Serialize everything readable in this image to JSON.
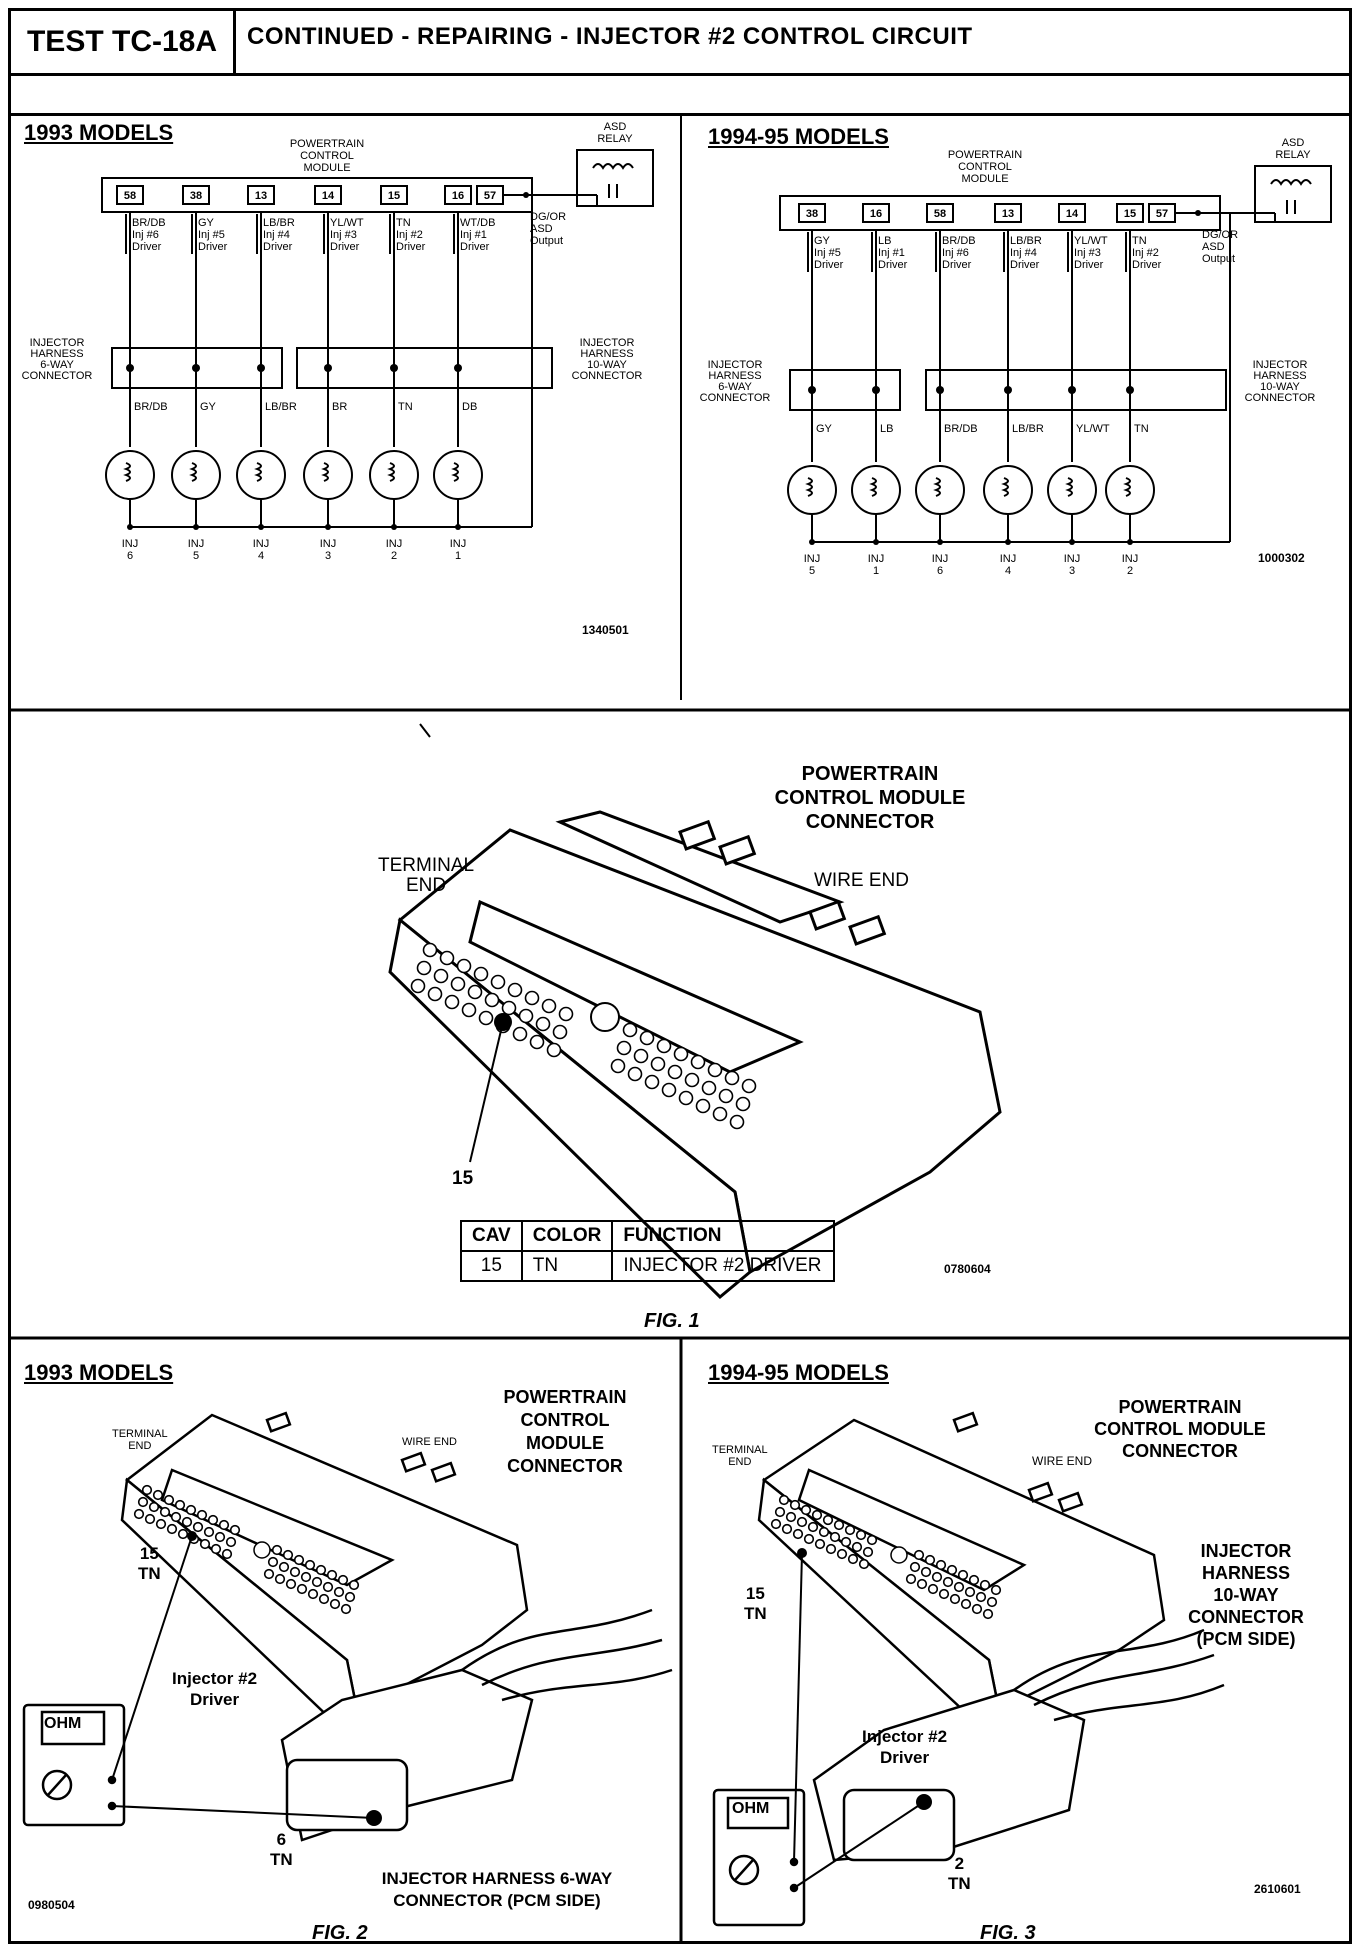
{
  "header": {
    "test_id": "TEST TC-18A",
    "title": "CONTINUED - REPAIRING - INJECTOR #2 CONTROL CIRCUIT"
  },
  "top_left": {
    "title": "1993 MODELS",
    "module_label": [
      "POWERTRAIN",
      "CONTROL",
      "MODULE"
    ],
    "relay_label": [
      "ASD",
      "RELAY"
    ],
    "pins": [
      "58",
      "38",
      "13",
      "14",
      "15",
      "16",
      "57"
    ],
    "wire_colors": [
      "BR/DB",
      "GY",
      "LB/BR",
      "YL/WT",
      "TN",
      "WT/DB"
    ],
    "drivers": [
      "Inj #6",
      "Inj #5",
      "Inj #4",
      "Inj #3",
      "Inj #2",
      "Inj #1"
    ],
    "driver_word": "Driver",
    "output_label": [
      "DG/OR",
      "ASD",
      "Output"
    ],
    "left_conn": [
      "INJECTOR",
      "HARNESS",
      "6-WAY",
      "CONNECTOR"
    ],
    "right_conn": [
      "INJECTOR",
      "HARNESS",
      "10-WAY",
      "CONNECTOR"
    ],
    "inj_wires": [
      "BR/DB",
      "GY",
      "LB/BR",
      "BR",
      "TN",
      "DB"
    ],
    "injectors": [
      "6",
      "5",
      "4",
      "3",
      "2",
      "1"
    ],
    "inj_prefix": "INJ",
    "code": "1340501"
  },
  "top_right": {
    "title": "1994-95 MODELS",
    "module_label": [
      "POWERTRAIN",
      "CONTROL",
      "MODULE"
    ],
    "relay_label": [
      "ASD",
      "RELAY"
    ],
    "pins": [
      "38",
      "16",
      "58",
      "13",
      "14",
      "15",
      "57"
    ],
    "wire_colors": [
      "GY",
      "LB",
      "BR/DB",
      "LB/BR",
      "YL/WT",
      "TN"
    ],
    "drivers": [
      "Inj #5",
      "Inj #1",
      "Inj #6",
      "Inj #4",
      "Inj #3",
      "Inj #2"
    ],
    "driver_word": "Driver",
    "output_label": [
      "DG/OR",
      "ASD",
      "Output"
    ],
    "left_conn": [
      "INJECTOR",
      "HARNESS",
      "6-WAY",
      "CONNECTOR"
    ],
    "right_conn": [
      "INJECTOR",
      "HARNESS",
      "10-WAY",
      "CONNECTOR"
    ],
    "inj_wires": [
      "GY",
      "LB",
      "BR/DB",
      "LB/BR",
      "YL/WT",
      "TN"
    ],
    "injectors": [
      "5",
      "1",
      "6",
      "4",
      "3",
      "2"
    ],
    "inj_prefix": "INJ",
    "code": "1000302"
  },
  "fig1": {
    "connector_label": [
      "POWERTRAIN",
      "CONTROL MODULE",
      "CONNECTOR"
    ],
    "terminal_end": [
      "TERMINAL",
      "END"
    ],
    "wire_end": "WIRE END",
    "callout": "15",
    "table": {
      "headers": [
        "CAV",
        "COLOR",
        "FUNCTION"
      ],
      "row": [
        "15",
        "TN",
        "INJECTOR #2 DRIVER"
      ]
    },
    "code": "0780604",
    "caption": "FIG. 1"
  },
  "fig2": {
    "title": "1993 MODELS",
    "connector_label": [
      "POWERTRAIN",
      "CONTROL",
      "MODULE",
      "CONNECTOR"
    ],
    "terminal_end": [
      "TERMINAL",
      "END"
    ],
    "wire_end": "WIRE END",
    "pin_callout": [
      "15",
      "TN"
    ],
    "driver_label": [
      "Injector #2",
      "Driver"
    ],
    "meter": "OHM",
    "harness_callout": [
      "6",
      "TN"
    ],
    "harness_label": [
      "INJECTOR HARNESS 6-WAY",
      "CONNECTOR (PCM SIDE)"
    ],
    "code": "0980504",
    "caption": "FIG. 2"
  },
  "fig3": {
    "title": "1994-95 MODELS",
    "connector_label": [
      "POWERTRAIN",
      "CONTROL MODULE",
      "CONNECTOR"
    ],
    "terminal_end": [
      "TERMINAL",
      "END"
    ],
    "wire_end": "WIRE END",
    "pin_callout": [
      "15",
      "TN"
    ],
    "harness_label": [
      "INJECTOR",
      "HARNESS",
      "10-WAY",
      "CONNECTOR",
      "(PCM SIDE)"
    ],
    "driver_label": [
      "Injector #2",
      "Driver"
    ],
    "meter": "OHM",
    "harness_callout": [
      "2",
      "TN"
    ],
    "code": "2610601",
    "caption": "FIG. 3"
  }
}
